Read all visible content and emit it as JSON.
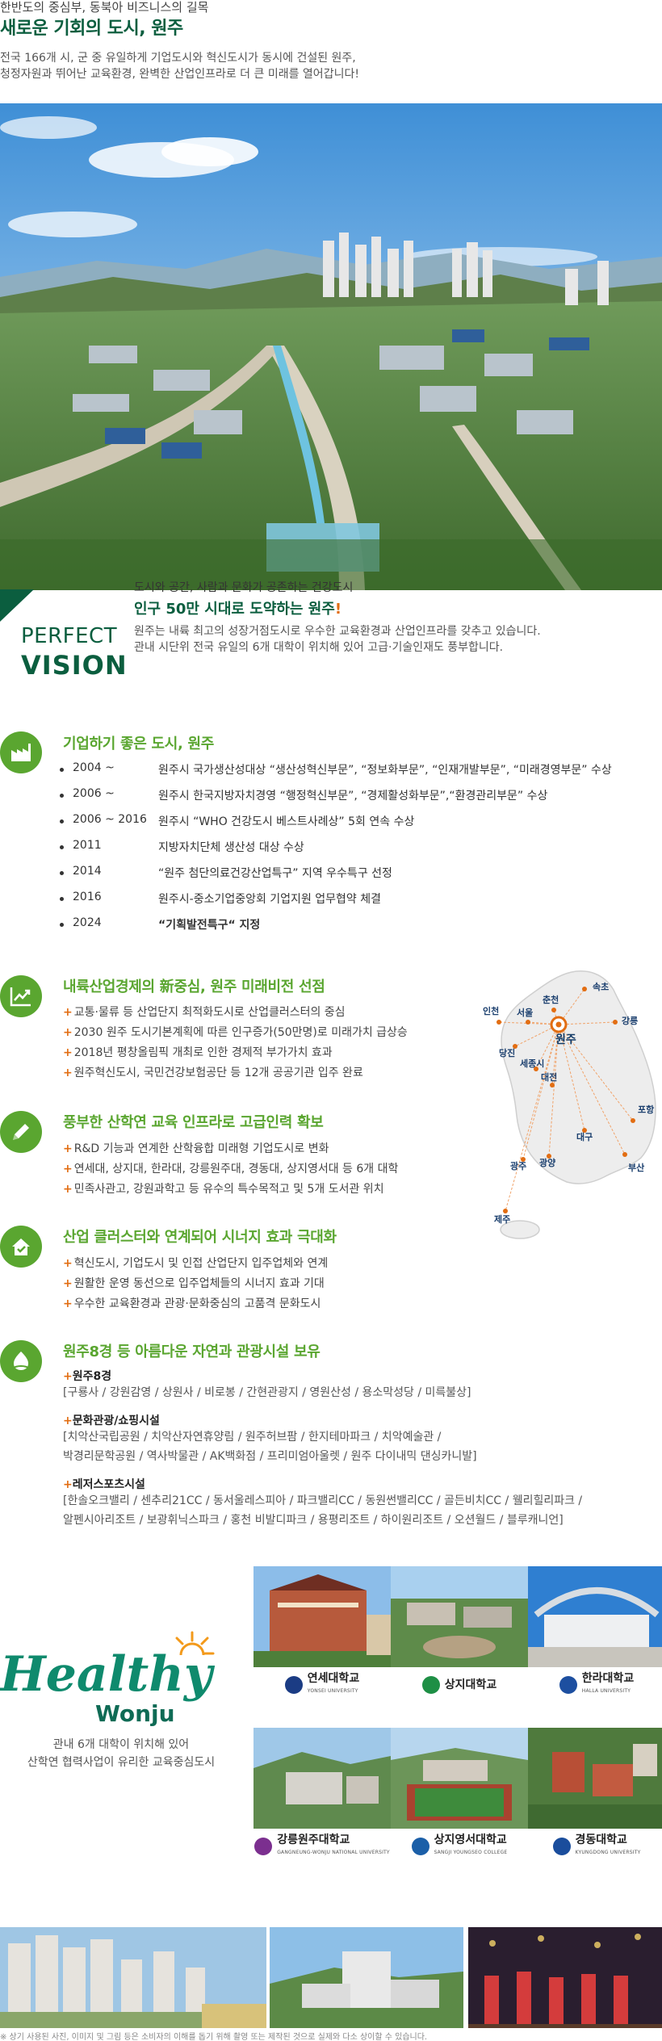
{
  "intro": {
    "kicker": "한반도의 중심부, 동북아 비즈니스의 길목",
    "headline": "새로운 기회의 도시, 원주",
    "lead_1": "전국 166개 시, 군 중 유일하게 기업도시와 혁신도시가 동시에 건설된 원주,",
    "lead_2": "청정자원과 뛰어난 교육환경, 완벽한 산업인프라로 더 큰 미래를 열어갑니다!"
  },
  "vision": {
    "word1": "PERFECT",
    "word2": "VISION",
    "line1": "도시와 공간, 사람과 문화가 공존하는 건강도시",
    "line2_main": "인구 50만 시대로 도약하는 원주",
    "line2_mark": "!",
    "line3": "원주는 내륙 최고의 성장거점도시로 우수한 교육환경과 산업인프라를 갖추고 있습니다.",
    "line4": "관내 시단위 전국 유일의 6개 대학이 위치해 있어 고급·기술인재도 풍부합니다."
  },
  "sections": {
    "business": {
      "title": "기업하기 좋은 도시, 원주",
      "timeline": [
        {
          "year": "2004 ~",
          "event": "원주시 국가생산성대상 “생산성혁신부문”, “정보화부문”, “인재개발부문”, “미래경영부문” 수상"
        },
        {
          "year": "2006 ~",
          "event": "원주시 한국지방자치경영 “행정혁신부문”, “경제활성화부문”,“환경관리부문” 수상"
        },
        {
          "year": "2006 ~ 2016",
          "event": "원주시 “WHO 건강도시 베스트사례상” 5회 연속 수상"
        },
        {
          "year": "2011",
          "event": "지방자치단체 생산성 대상 수상"
        },
        {
          "year": "2014",
          "event": "“원주 첨단의료건강산업특구” 지역 우수특구 선정"
        },
        {
          "year": "2016",
          "event": "원주시-중소기업중앙회 기업지원 업무협약 체결"
        },
        {
          "year": "2024",
          "event": "“기획발전특구“ 지정"
        }
      ]
    },
    "economy": {
      "title": "내륙산업경제의 新중심, 원주 미래비전 선점",
      "items": [
        "교통·물류 등 산업단지 최적화도시로 산업클러스터의 중심",
        "2030 원주 도시기본계획에 따른 인구증가(50만명)로 미래가치 급상승",
        "2018년 평창올림픽 개최로 인한 경제적 부가가치 효과",
        "원주혁신도시, 국민건강보험공단 등 12개 공공기관 입주 완료"
      ]
    },
    "education": {
      "title": "풍부한 산학연 교육 인프라로 고급인력 확보",
      "items": [
        "R&D 기능과 연계한 산학융합 미래형 기업도시로 변화",
        "연세대, 상지대, 한라대, 강릉원주대, 경동대, 상지영서대 등 6개 대학",
        "민족사관고, 강원과학고 등 유수의 특수목적고 및 5개 도서관 위치"
      ]
    },
    "cluster": {
      "title": "산업 클러스터와 연계되어 시너지 효과 극대화",
      "items": [
        "혁신도시, 기업도시 및 인접 산업단지 입주업체와 연계",
        "원활한 운영 동선으로 입주업체들의 시너지 효과 기대",
        "우수한 교육환경과 관광·문화중심의 고품격 문화도시"
      ]
    },
    "nature": {
      "title": "원주8경 등 아름다운 자연과 관광시설 보유",
      "groups": [
        {
          "heading": "원주8경",
          "lines": [
            "[구룡사 / 강원감영 / 상원사 / 비로봉 / 간현관광지 / 영원산성 / 용소막성당 / 미륵불상]"
          ]
        },
        {
          "heading": "문화관광/쇼핑시설",
          "lines": [
            "[치악산국립공원 / 치악산자연휴양림 / 원주허브팜 / 한지테마파크 / 치악예술관 /",
            "박경리문학공원 / 역사박물관 / AK백화점 / 프리미엄아울렛 / 원주 다이내믹 댄싱카니발]"
          ]
        },
        {
          "heading": "레저스포츠시설",
          "lines": [
            "[한솔오크밸리 / 센추리21CC / 동서울레스피아 / 파크밸리CC / 동원썬밸리CC / 골든비치CC / 웰리힐리파크 /",
            "알펜시아리조트 / 보광휘닉스파크 / 홍천 비발디파크 / 용평리조트 / 하이원리조트 / 오션월드 / 블루캐니언]"
          ]
        }
      ]
    }
  },
  "map": {
    "center_city": "원주",
    "cities": [
      "속초",
      "춘천",
      "인천",
      "서울",
      "강릉",
      "당진",
      "세종시",
      "대전",
      "포항",
      "대구",
      "광주",
      "광양",
      "부산",
      "제주"
    ]
  },
  "healthy": {
    "logo_word": "Healthy",
    "logo_city": "Wonju",
    "caption_1": "관내 6개 대학이 위치해 있어",
    "caption_2": "산학연 협력사업이 유리한 교육중심도시"
  },
  "universities": [
    {
      "name": "연세대학교",
      "sub": "YONSEI UNIVERSITY",
      "color": "#1b3c84"
    },
    {
      "name": "상지대학교",
      "sub": "",
      "color": "#1e8f45"
    },
    {
      "name": "한라대학교",
      "sub": "HALLA UNIVERSITY",
      "color": "#1d4fa0"
    },
    {
      "name": "강릉원주대학교",
      "sub": "GANGNEUNG-WONJU NATIONAL UNIVERSITY",
      "color": "#7b2f8f"
    },
    {
      "name": "상지영서대학교",
      "sub": "SANGJI YOUNGSEO COLLEGE",
      "color": "#1b5fa8"
    },
    {
      "name": "경동대학교",
      "sub": "KYUNGDONG UNIVERSITY",
      "color": "#1a4d9c"
    }
  ],
  "footnote": "※ 상기 사용된 사진, 이미지 및 그림 등은 소비자의 이해를 돕기 위해 촬영 또는 제작된 것으로 실제와 다소 상이할 수 있습니다.",
  "colors": {
    "primary": "#0b5e3f",
    "accent": "#5aa630",
    "highlight": "#e26d12"
  }
}
